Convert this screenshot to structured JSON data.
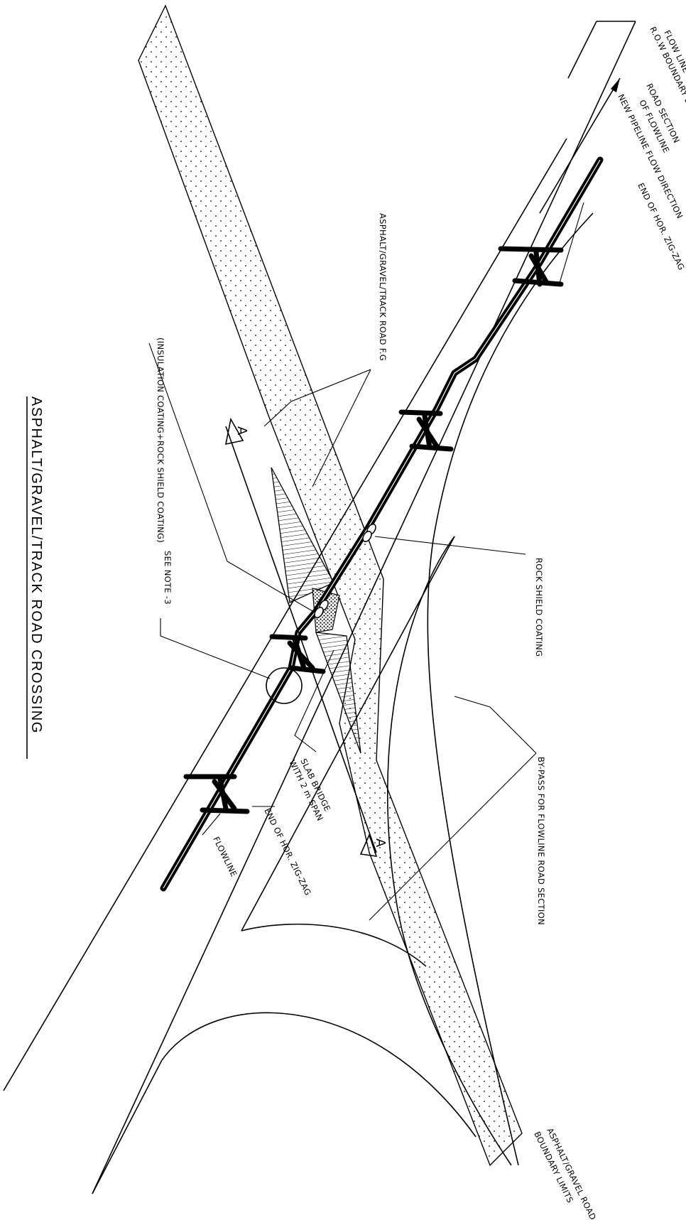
{
  "title": "ASPHALT/GRAVEL/TRACK ROAD CROSSING",
  "labels": {
    "flow_line_row": "FLOW LINE",
    "row_boundary": "R.O.W BOUNDARY LIMIT",
    "road_section": "ROAD SECTION",
    "of_flowline": "OF FLOWLINE",
    "flow_direction": "NEW PIPELINE FLOW DIRECTION",
    "end_zigzag_top": "END OF HOR. ZIG-ZAG",
    "road_fg": "ASPHALT/GRAVEL/TRACK ROAD F.G",
    "insulation": "(INSULATION COATING+ROCK SHIELD COATING)",
    "section_mark_top": "A",
    "section_mark_bottom": "A",
    "rock_shield": "ROCK SHIELD COATING",
    "see_note": "SEE NOTE -3",
    "slab_bridge_1": "SLAB BRIDGE",
    "slab_bridge_2": "WITH 2 m SPAN",
    "bypass": "BY-PASS FOR FLOWLINE ROAD SECTION",
    "end_zigzag_bottom": "END OF HOR. ZIG-ZAG",
    "flowline": "FLOWLINE",
    "asphalt_boundary_1": "ASPHALT/GRAVEL ROAD",
    "asphalt_boundary_2": "BOUNDARY LIMITS"
  }
}
